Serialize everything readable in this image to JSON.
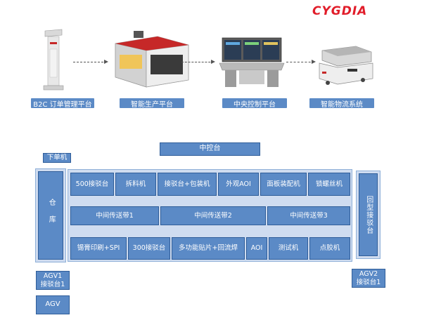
{
  "logo": "CYGDIA",
  "flow": {
    "stages": [
      {
        "label": "B2C 订单管理平台"
      },
      {
        "label": "智能生产平台"
      },
      {
        "label": "中央控制平台"
      },
      {
        "label": "智能物流系统"
      }
    ]
  },
  "diagram": {
    "control": "中控台",
    "download": "下单机",
    "warehouse": "仓库",
    "return_station": "回型接驳台",
    "row1": [
      "500接驳台",
      "拆料机",
      "接驳台+包装机",
      "外观AOI",
      "面板装配机",
      "锁螺丝机"
    ],
    "row2": [
      "中间传送带1",
      "中间传送带2",
      "中间传送带3"
    ],
    "row3": [
      "锡膏印刷+SPI",
      "300接驳台",
      "多功能贴片+回流焊",
      "AOI",
      "测试机",
      "点胶机"
    ],
    "agv1_line1": "AGV1",
    "agv1_line2": "接驳台1",
    "agv2_line1": "AGV2",
    "agv2_line2": "接驳台1",
    "agv": "AGV"
  }
}
